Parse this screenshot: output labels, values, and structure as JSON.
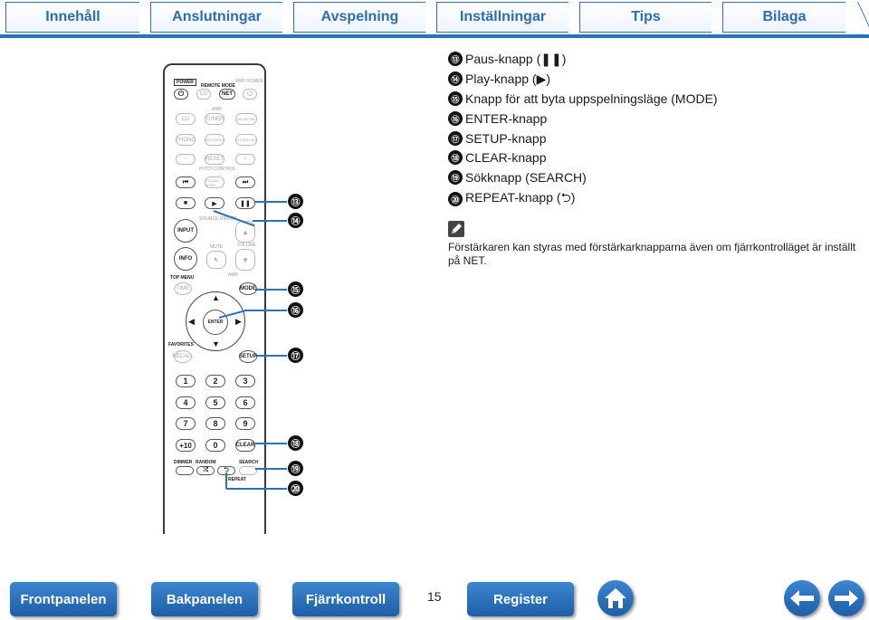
{
  "tabs": [
    {
      "label": "Innehåll"
    },
    {
      "label": "Anslutningar"
    },
    {
      "label": "Avspelning"
    },
    {
      "label": "Inställningar"
    },
    {
      "label": "Tips"
    },
    {
      "label": "Bilaga"
    }
  ],
  "remote": {
    "power": "POWER",
    "remote_mode": "REMOTE MODE",
    "amp_power": "AMP POWER",
    "cd": "CD",
    "net": "NET",
    "amp": "AMP",
    "cd2": "CD",
    "tuner": "TUNER",
    "network": "NETWORK",
    "phono": "PHONO",
    "recorder": "RECORDER",
    "intrefnet": "INT.REF.NET",
    "minus": "−",
    "reset": "RESET",
    "plus": "+",
    "pitch_control": "PITCH CONTROL",
    "sound_mode": "SOUND MODE",
    "source_direct": "SOURCE DIRECT",
    "input": "INPUT",
    "mute": "MUTE",
    "volume": "VOLUME",
    "info": "INFO",
    "amp2": "AMP",
    "top_menu": "TOP MENU",
    "time": "TIME",
    "mode": "MODE",
    "enter": "ENTER",
    "favorites": "FAVORITES",
    "recall": "RECALL",
    "setup": "SETUP",
    "n1": "1",
    "n2": "2",
    "n3": "3",
    "n4": "4",
    "n5": "5",
    "n6": "6",
    "n7": "7",
    "n8": "8",
    "n9": "9",
    "n10": "+10",
    "n0": "0",
    "clear": "CLEAR",
    "dimmer": "DIMMER",
    "random": "RANDOM",
    "search": "SEARCH",
    "repeat": "REPEAT"
  },
  "callouts": [
    "⑬",
    "⑭",
    "⑮",
    "⑯",
    "⑰",
    "⑱",
    "⑲",
    "⑳"
  ],
  "items": [
    {
      "num": "⑬",
      "text": "Paus-knapp (❚❚)"
    },
    {
      "num": "⑭",
      "text": "Play-knapp (▶)"
    },
    {
      "num": "⑮",
      "text": "Knapp för att byta uppspelningsläge (MODE)"
    },
    {
      "num": "⑯",
      "text": "ENTER-knapp"
    },
    {
      "num": "⑰",
      "text": "SETUP-knapp"
    },
    {
      "num": "⑱",
      "text": "CLEAR-knapp"
    },
    {
      "num": "⑲",
      "text": "Sökknapp (SEARCH)"
    },
    {
      "num": "⑳",
      "text": "REPEAT-knapp (⮌)"
    }
  ],
  "note": "Förstärkaren kan styras med förstärkarknapparna även om fjärrkontrolläget är inställt på NET.",
  "bottom_nav": {
    "front": "Frontpanelen",
    "back": "Bakpanelen",
    "remote": "Fjärrkontroll",
    "page": "15",
    "register": "Register"
  },
  "icons": [
    "pencil-icon",
    "home-icon",
    "arrow-left-icon",
    "arrow-right-icon"
  ],
  "colors": {
    "accent": "#2b72b8"
  }
}
